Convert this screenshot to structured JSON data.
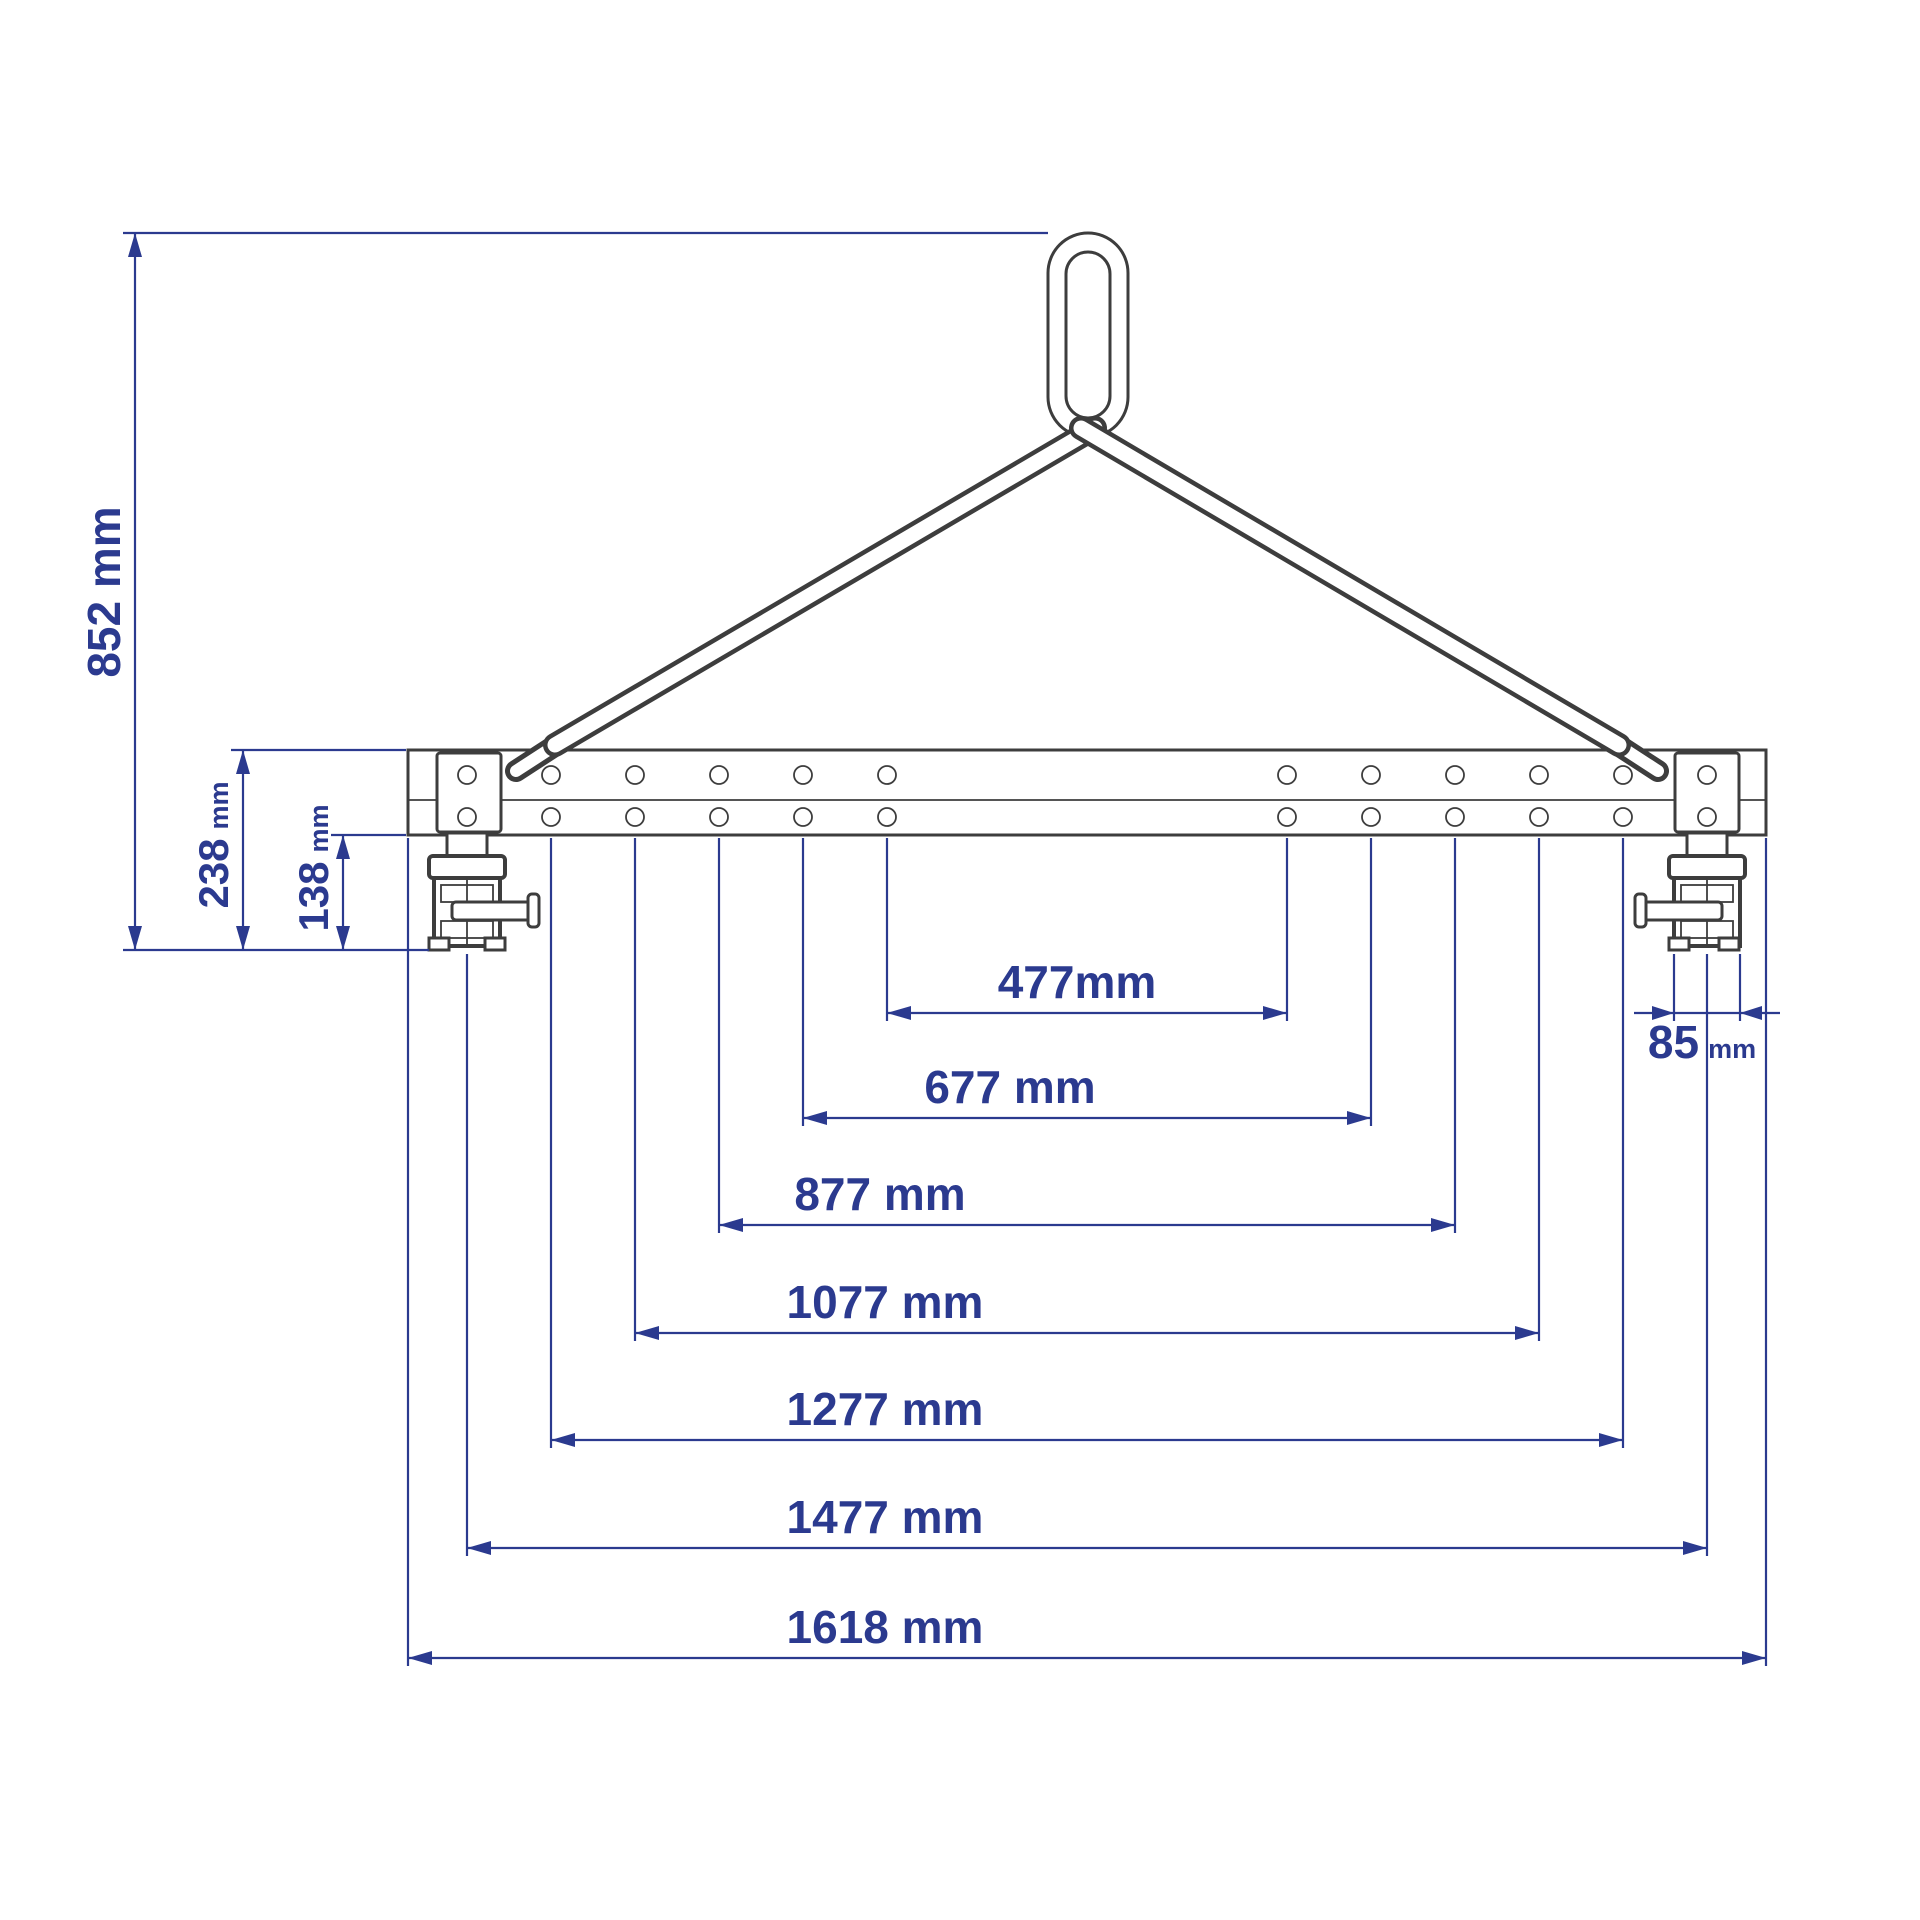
{
  "colors": {
    "dimension": "#2b3a8f",
    "drawing": "#3d3d3d",
    "background": "#ffffff"
  },
  "dimensions": {
    "height_852": {
      "label": "852 mm"
    },
    "height_238": {
      "value": "238",
      "unit": "mm"
    },
    "height_138": {
      "value": "138",
      "unit": "mm"
    },
    "span_477": {
      "label": "477mm"
    },
    "span_677": {
      "label": "677 mm"
    },
    "span_877": {
      "label": "877 mm"
    },
    "span_1077": {
      "label": "1077 mm"
    },
    "span_1277": {
      "label": "1277 mm"
    },
    "span_1477": {
      "label": "1477 mm"
    },
    "span_1618": {
      "label": "1618 mm"
    },
    "width_85": {
      "value": "85",
      "unit": "mm"
    }
  }
}
